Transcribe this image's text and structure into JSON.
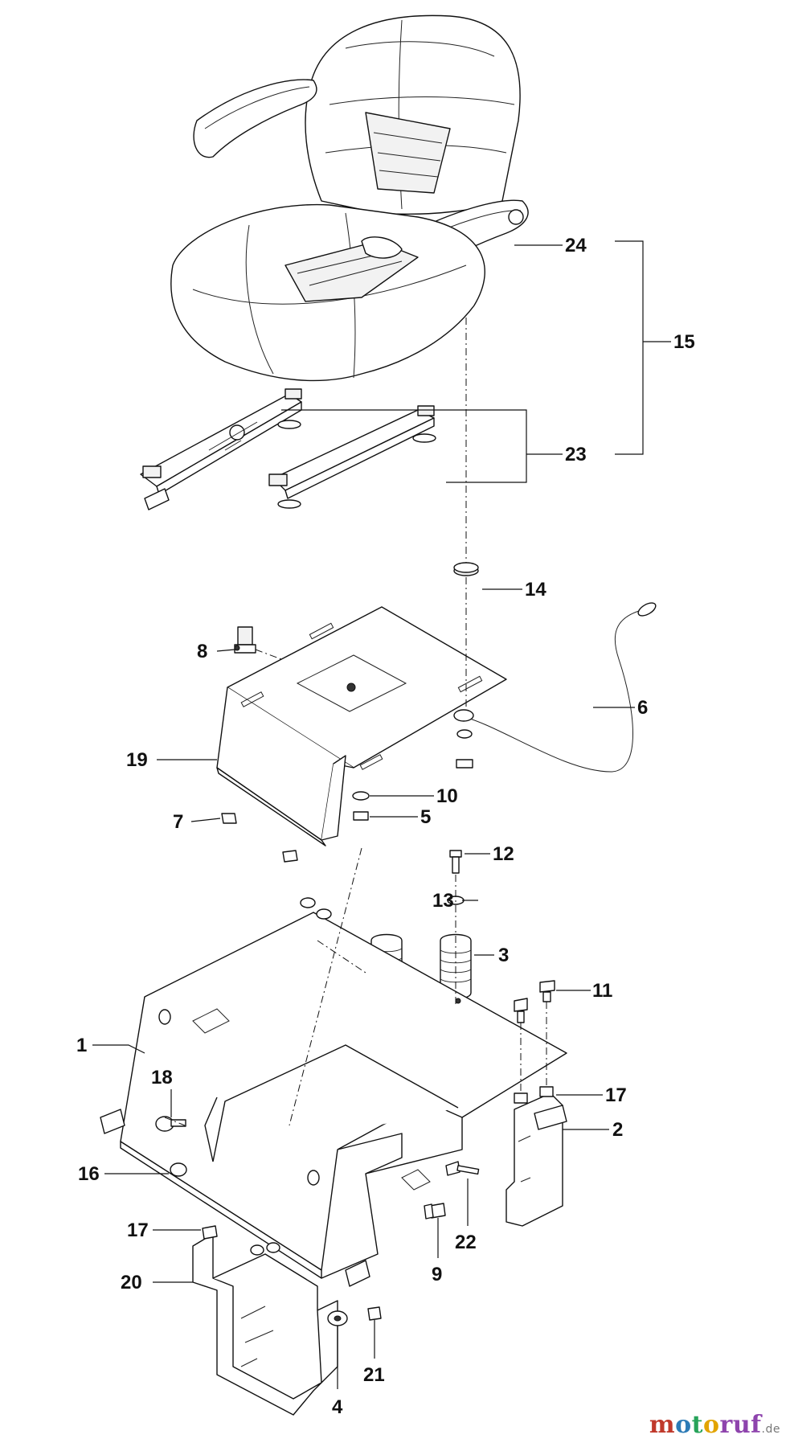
{
  "callouts": [
    "24",
    "15",
    "23",
    "14",
    "8",
    "6",
    "19",
    "10",
    "7",
    "5",
    "12",
    "13",
    "3",
    "11",
    "1",
    "18",
    "17",
    "2",
    "16",
    "22",
    "9",
    "20",
    "21",
    "4"
  ],
  "watermark": {
    "parts": [
      "m",
      "o",
      "t",
      "o",
      "ruf"
    ],
    "tld": ".de"
  }
}
